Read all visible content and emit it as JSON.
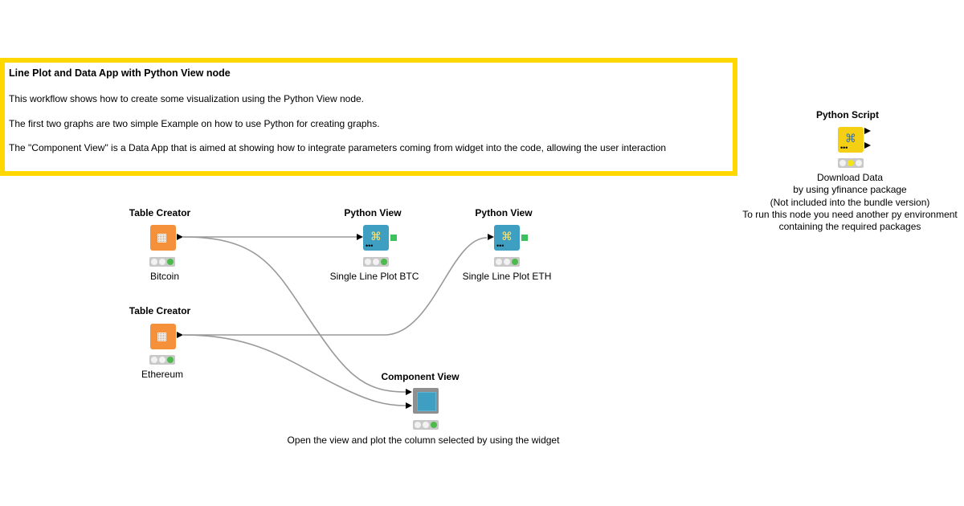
{
  "annotation": {
    "title": "Line Plot and Data App with Python View node",
    "lines": [
      "This workflow shows how to create some visualization using the Python View node.",
      "The first two graphs are two simple  Example on how to use Python for creating graphs.",
      "The \"Component View\"  is a   Data App that is aimed at showing how to integrate parameters coming from widget into the code, allowing the user interaction"
    ],
    "border_color": "#ffd800"
  },
  "nodes": {
    "table_creator_btc": {
      "title": "Table Creator",
      "label": "Bitcoin",
      "icon": "table-icon",
      "status": "green"
    },
    "table_creator_eth": {
      "title": "Table Creator",
      "label": "Ethereum",
      "icon": "table-icon",
      "status": "green"
    },
    "python_view_btc": {
      "title": "Python View",
      "label": "Single Line Plot BTC",
      "icon": "python-icon",
      "status": "green"
    },
    "python_view_eth": {
      "title": "Python View",
      "label": "Single Line Plot  ETH",
      "icon": "python-icon",
      "status": "green"
    },
    "component_view": {
      "title": "Component View",
      "label": "Open the view and  plot the column selected by using the widget",
      "icon": "component-icon",
      "status": "green"
    },
    "python_script": {
      "title": "Python Script",
      "label_lines": [
        "Download Data",
        "by using yfinance package",
        "(Not included into the bundle version)",
        "To run this node you need another  py environment",
        "containing the required packages"
      ],
      "icon": "python-icon",
      "status": "yellow"
    }
  },
  "colors": {
    "table_node": "#f5913a",
    "python_node": "#3f9fc3",
    "script_node": "#f5cf14",
    "edge": "#999999",
    "status_green": "#4cbb4c",
    "status_yellow": "#f4e419"
  }
}
